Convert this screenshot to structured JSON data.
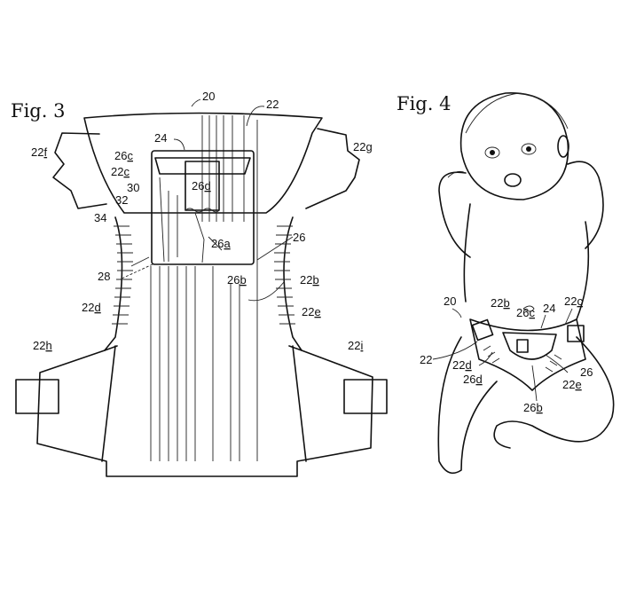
{
  "figures": [
    {
      "title": "Fig. 3"
    },
    {
      "title": "Fig. 4"
    }
  ],
  "fig3_labels": [
    {
      "num": "20",
      "suf": ""
    },
    {
      "num": "22",
      "suf": ""
    },
    {
      "num": "24",
      "suf": ""
    },
    {
      "num": "26",
      "suf": "c"
    },
    {
      "num": "22",
      "suf": "c"
    },
    {
      "num": "22",
      "suf": "f"
    },
    {
      "num": "22",
      "suf": "g"
    },
    {
      "num": "26",
      "suf": "d"
    },
    {
      "num": "30",
      "suf": ""
    },
    {
      "num": "32",
      "suf": ""
    },
    {
      "num": "34",
      "suf": ""
    },
    {
      "num": "26",
      "suf": "a"
    },
    {
      "num": "26",
      "suf": ""
    },
    {
      "num": "28",
      "suf": ""
    },
    {
      "num": "26",
      "suf": "b"
    },
    {
      "num": "22",
      "suf": "b"
    },
    {
      "num": "22",
      "suf": "d"
    },
    {
      "num": "22",
      "suf": "e"
    },
    {
      "num": "22",
      "suf": "h"
    },
    {
      "num": "22",
      "suf": "i"
    }
  ],
  "fig4_labels": [
    {
      "num": "20",
      "suf": ""
    },
    {
      "num": "22",
      "suf": "b"
    },
    {
      "num": "26",
      "suf": "c"
    },
    {
      "num": "24",
      "suf": ""
    },
    {
      "num": "22",
      "suf": "c"
    },
    {
      "num": "22",
      "suf": ""
    },
    {
      "num": "22",
      "suf": "d"
    },
    {
      "num": "26",
      "suf": "d"
    },
    {
      "num": "26",
      "suf": ""
    },
    {
      "num": "22",
      "suf": "e"
    },
    {
      "num": "26",
      "suf": "b"
    }
  ]
}
